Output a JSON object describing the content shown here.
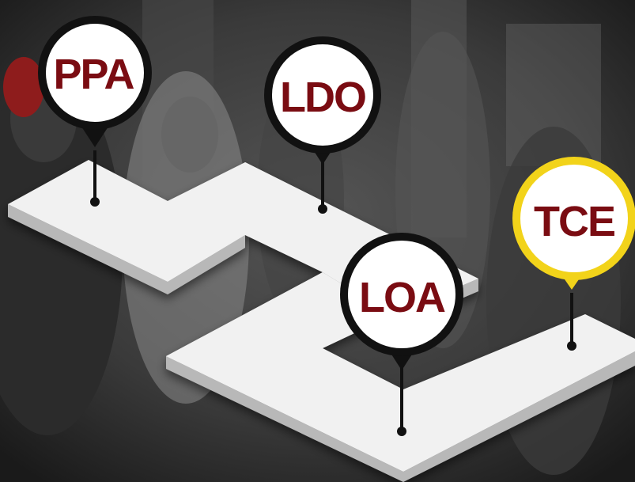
{
  "colors": {
    "label": "#7a0c12",
    "pin_ring": "#111111",
    "pin_ring_highlight": "#f2d31a",
    "pin_fill": "#ffffff",
    "path_top": "#f1f1f1",
    "path_side": "#b8b8b8",
    "path_front": "#d2d2d2",
    "background": "#2a2a2a"
  },
  "pins": [
    {
      "id": "ppa",
      "label": "PPA",
      "highlight": false
    },
    {
      "id": "ldo",
      "label": "LDO",
      "highlight": false
    },
    {
      "id": "loa",
      "label": "LOA",
      "highlight": false
    },
    {
      "id": "tce",
      "label": "TCE",
      "highlight": true
    }
  ]
}
